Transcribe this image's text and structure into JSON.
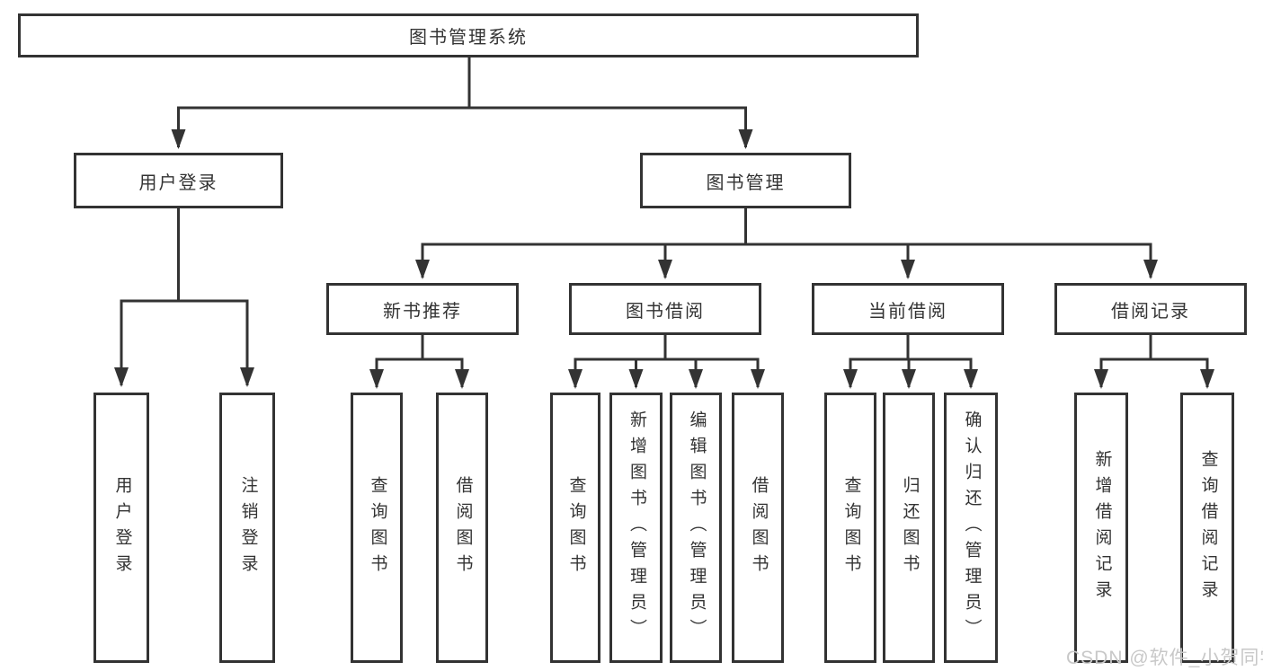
{
  "diagram": {
    "root": {
      "label": "图书管理系统",
      "children": [
        {
          "label": "用户登录",
          "children": [
            {
              "label": "用户登录"
            },
            {
              "label": "注销登录"
            }
          ]
        },
        {
          "label": "图书管理",
          "children": [
            {
              "label": "新书推荐",
              "children": [
                {
                  "label": "查询图书"
                },
                {
                  "label": "借阅图书"
                }
              ]
            },
            {
              "label": "图书借阅",
              "children": [
                {
                  "label": "查询图书"
                },
                {
                  "label": "新增图书（管理员）"
                },
                {
                  "label": "编辑图书（管理员）"
                },
                {
                  "label": "借阅图书"
                }
              ]
            },
            {
              "label": "当前借阅",
              "children": [
                {
                  "label": "查询图书"
                },
                {
                  "label": "归还图书"
                },
                {
                  "label": "确认归还（管理员）"
                }
              ]
            },
            {
              "label": "借阅记录",
              "children": [
                {
                  "label": "新增借阅记录"
                },
                {
                  "label": "查询借阅记录"
                }
              ]
            }
          ]
        }
      ]
    }
  },
  "watermark": "CSDN @软件_小贺同学",
  "colors": {
    "line": "#333333",
    "text": "#333333",
    "box_border": "#333333",
    "background": "#ffffff",
    "watermark": "#c8c8c8"
  }
}
